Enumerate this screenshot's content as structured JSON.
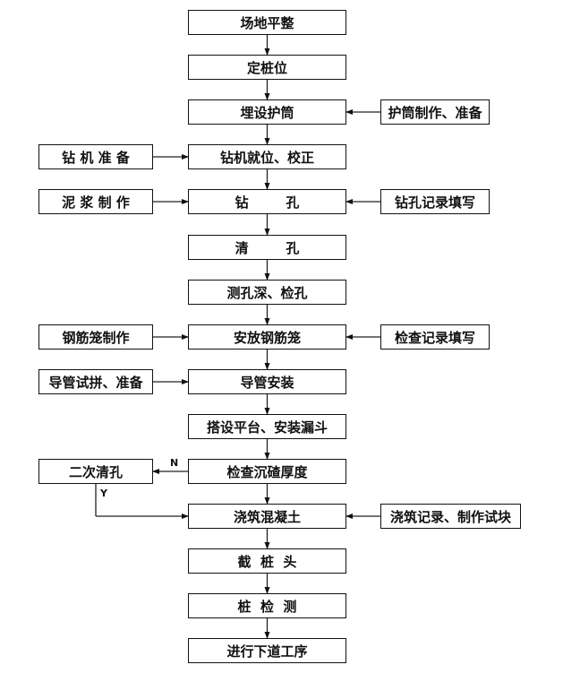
{
  "flowchart": {
    "main_steps": [
      "场地平整",
      "定桩位",
      "埋设护筒",
      "钻机就位、校正",
      "钻        孔",
      "清        孔",
      "测孔深、检孔",
      "安放钢筋笼",
      "导管安装",
      "搭设平台、安装漏斗",
      "检查沉碴厚度",
      "浇筑混凝土",
      "截  桩  头",
      "桩  检  测",
      "进行下道工序"
    ],
    "left_inputs": [
      {
        "label": "钻 机 准 备",
        "target_step": 3
      },
      {
        "label": "泥 浆 制 作",
        "target_step": 4
      },
      {
        "label": "钢筋笼制作",
        "target_step": 7
      },
      {
        "label": "导管试拼、准备",
        "target_step": 8
      }
    ],
    "right_inputs": [
      {
        "label": "护筒制作、准备",
        "target_step": 2
      },
      {
        "label": "钻孔记录填写",
        "target_step": 4
      },
      {
        "label": "检查记录填写",
        "target_step": 7
      },
      {
        "label": "浇筑记录、制作试块",
        "target_step": 11
      }
    ],
    "decision": {
      "from_step": 10,
      "no_branch_box": "二次清孔",
      "no_label": "N",
      "yes_label": "Y",
      "yes_target_step": 11
    }
  }
}
